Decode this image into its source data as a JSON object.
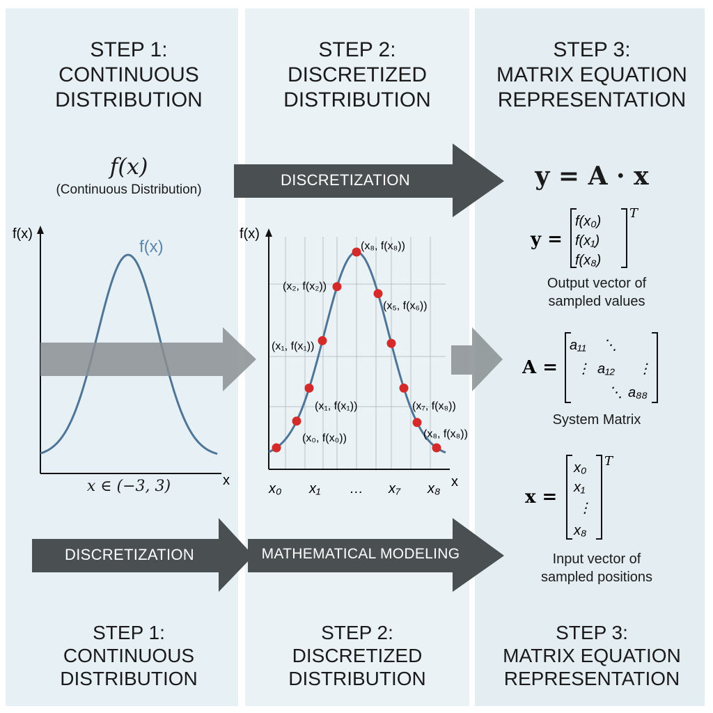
{
  "panels": [
    {
      "title": "STEP 1:\nCONTINUOUS\nDISTRIBUTION",
      "footer": "STEP 1:\nCONTINUOUS\nDISTRIBUTION"
    },
    {
      "title": "STEP 2:\nDISCRETIZED\nDISTRIBUTION",
      "footer": "STEP 2:\nDISCRETIZED\nDISTRIBUTION"
    },
    {
      "title": "STEP 3:\nMATRIX EQUATION\nREPRESENTATION",
      "footer": "STEP 3:\nMATRIX EQUATION\nREPRESENTATION"
    }
  ],
  "step1": {
    "function": "f(x)",
    "function_caption": "(Continuous Distribution)",
    "y_axis": "f(x)",
    "x_axis": "x",
    "curve_label": "f(x)",
    "domain": "x ∈ (−3, 3)"
  },
  "arrows": {
    "top": "DISCRETIZATION",
    "bottom_left": "DISCRETIZATION",
    "bottom_right": "MATHEMATICAL MODELING"
  },
  "step2": {
    "y_axis": "f(x)",
    "x_axis": "x",
    "ticks": [
      "x₀",
      "x₁",
      "…",
      "x₇",
      "x₈"
    ],
    "point_labels": [
      "(x₈, f(x₈))",
      "(x₂, f(x₂))",
      "(x₅, f(x₆))",
      "(x₁, f(x₁))",
      "(x₁, f(x₁))",
      "(x₇, f(x₈))",
      "(x₀, f(x₀))",
      "(x₈, f(x₈))"
    ]
  },
  "step3": {
    "equation": "y = A · x",
    "y_lhs": "y =",
    "y_entries": [
      "f(x₀)",
      "f(x₁)",
      "f(x₈)"
    ],
    "transpose": "T",
    "y_caption": "Output vector of\nsampled values",
    "a_lhs": "A =",
    "a_entries": [
      "a₁₁",
      "⋱",
      "⋮",
      "a₁₂",
      "⋮",
      "⋱",
      "a₈₈"
    ],
    "a_caption": "System Matrix",
    "x_lhs": "x =",
    "x_entries": [
      "x₀",
      "x₁",
      "⋮",
      "x₈"
    ],
    "x_caption": "Input vector of\nsampled positions"
  },
  "colors": {
    "curve": "#4f7596",
    "point": "#d42a2a",
    "arrow_dark": "#4a4f52",
    "arrow_light": "#8a8f92",
    "grid": "#b8c2c8"
  }
}
